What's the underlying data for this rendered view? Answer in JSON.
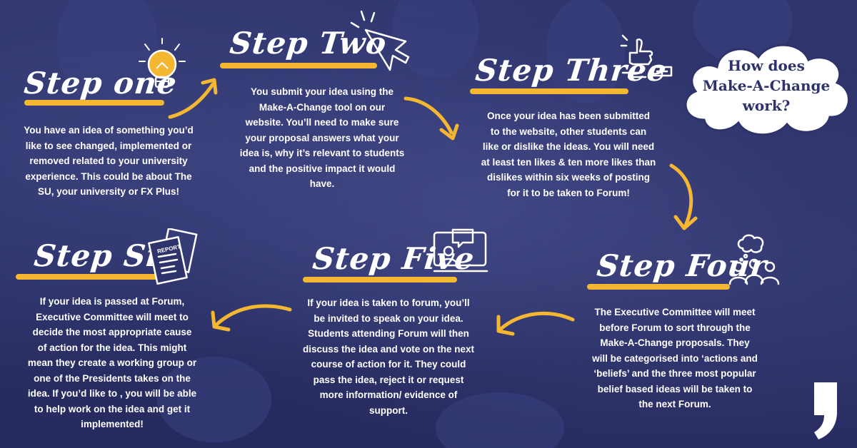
{
  "colors": {
    "background": "#2e336b",
    "accent": "#f5b731",
    "text": "#ffffff",
    "cloud_text": "#2e336b"
  },
  "cloud": {
    "title_line1": "How does",
    "title_line2": "Make-A-Change",
    "title_line3": "work?"
  },
  "steps": {
    "one": {
      "title": "Step one",
      "icon": "lightbulb-icon",
      "lines": [
        "You have an idea of something you’d",
        "like to see changed, implemented or",
        "removed related to your university",
        "experience. This could be about The",
        "SU, your university or FX Plus!"
      ]
    },
    "two": {
      "title": "Step Two",
      "icon": "cursor-icon",
      "lines": [
        "You submit your idea using the",
        "Make-A-Change tool on our",
        "website. You’ll need to make sure",
        "your proposal answers what your",
        "idea is, why it’s relevant to students",
        "and the positive impact it would",
        "have."
      ]
    },
    "three": {
      "title": "Step Three",
      "icon": "thumbs-up-dislike-icon",
      "lines": [
        "Once your idea has been submitted",
        "to the website, other students can",
        "like or dislike the ideas. You will need",
        "at least ten likes & ten more likes than",
        "dislikes within six weeks of posting",
        "for it to be taken to Forum!"
      ]
    },
    "four": {
      "title": "Step Four",
      "icon": "group-discussion-icon",
      "lines": [
        "The Executive Committee will meet",
        "before Forum to sort through the",
        "Make-A-Change proposals. They",
        "will be categorised into ‘actions and",
        "‘beliefs’ and the three most popular",
        "belief based ideas will be taken to",
        "the next Forum."
      ]
    },
    "five": {
      "title": "Step Five",
      "icon": "video-call-icon",
      "lines": [
        "If your idea is taken to forum, you’ll",
        "be invited to speak on your idea.",
        "Students attending Forum will then",
        "discuss the idea and vote on the next",
        "course of action for it. They could",
        "pass the idea, reject it or request",
        "more information/ evidence of",
        "support."
      ]
    },
    "six": {
      "title": "Step Six",
      "icon": "report-icon",
      "icon_label": "REPORT",
      "lines": [
        "If your idea is passed at Forum,",
        "Executive Committee will meet to",
        "decide the most appropriate cause",
        "of action for the idea. This might",
        "mean they create a working group or",
        "one of the Presidents takes on the",
        "idea. If you’d like to , you will be able",
        "to help work on the idea and get it",
        "implemented!"
      ]
    }
  },
  "logo": {
    "icon": "comma-logo-icon"
  }
}
